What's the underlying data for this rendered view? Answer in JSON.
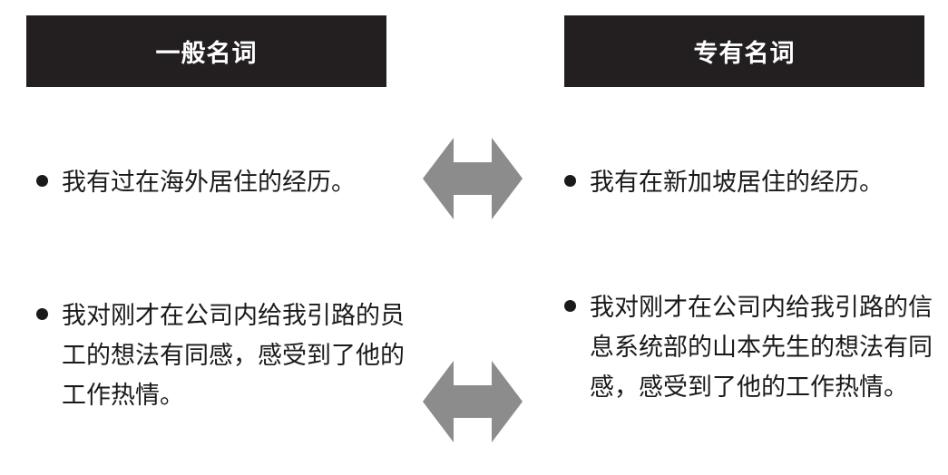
{
  "headers": {
    "left": "一般名词",
    "right": "专有名词"
  },
  "rows": [
    {
      "left": "我有过在海外居住的经历。",
      "right": "我有在新加坡居住的经历。"
    },
    {
      "left": "我对刚才在公司内给我引路的员工的想法有同感，感受到了他的工作热情。",
      "right": "我对刚才在公司内给我引路的信息系统部的山本先生的想法有同感，感受到了他的工作热情。"
    }
  ],
  "colors": {
    "header_bg": "#231f20",
    "header_text": "#ffffff",
    "arrow": "#8c8c8c",
    "text": "#1a1a1a"
  },
  "icons": {
    "arrow": "double-headed-arrow-icon",
    "bullet": "bullet-dot-icon"
  }
}
